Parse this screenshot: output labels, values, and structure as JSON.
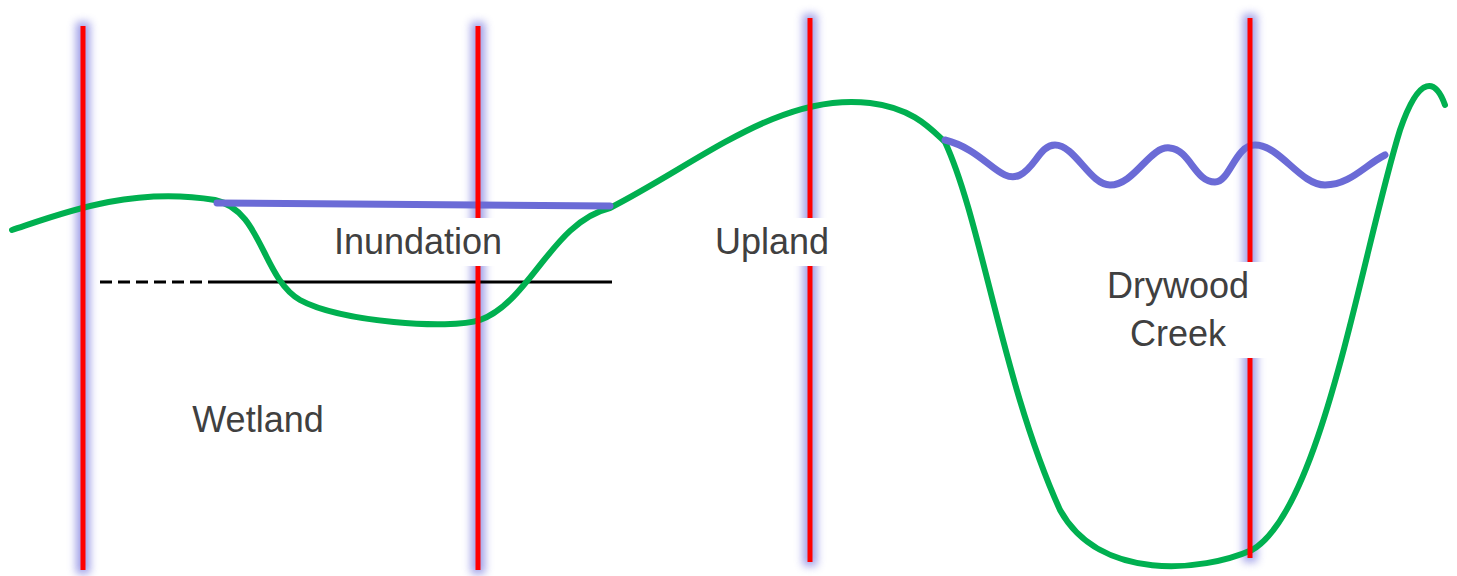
{
  "diagram": {
    "labels": [
      "Inundation",
      "Upland",
      "Drywood Creek",
      "Wetland"
    ]
  }
}
